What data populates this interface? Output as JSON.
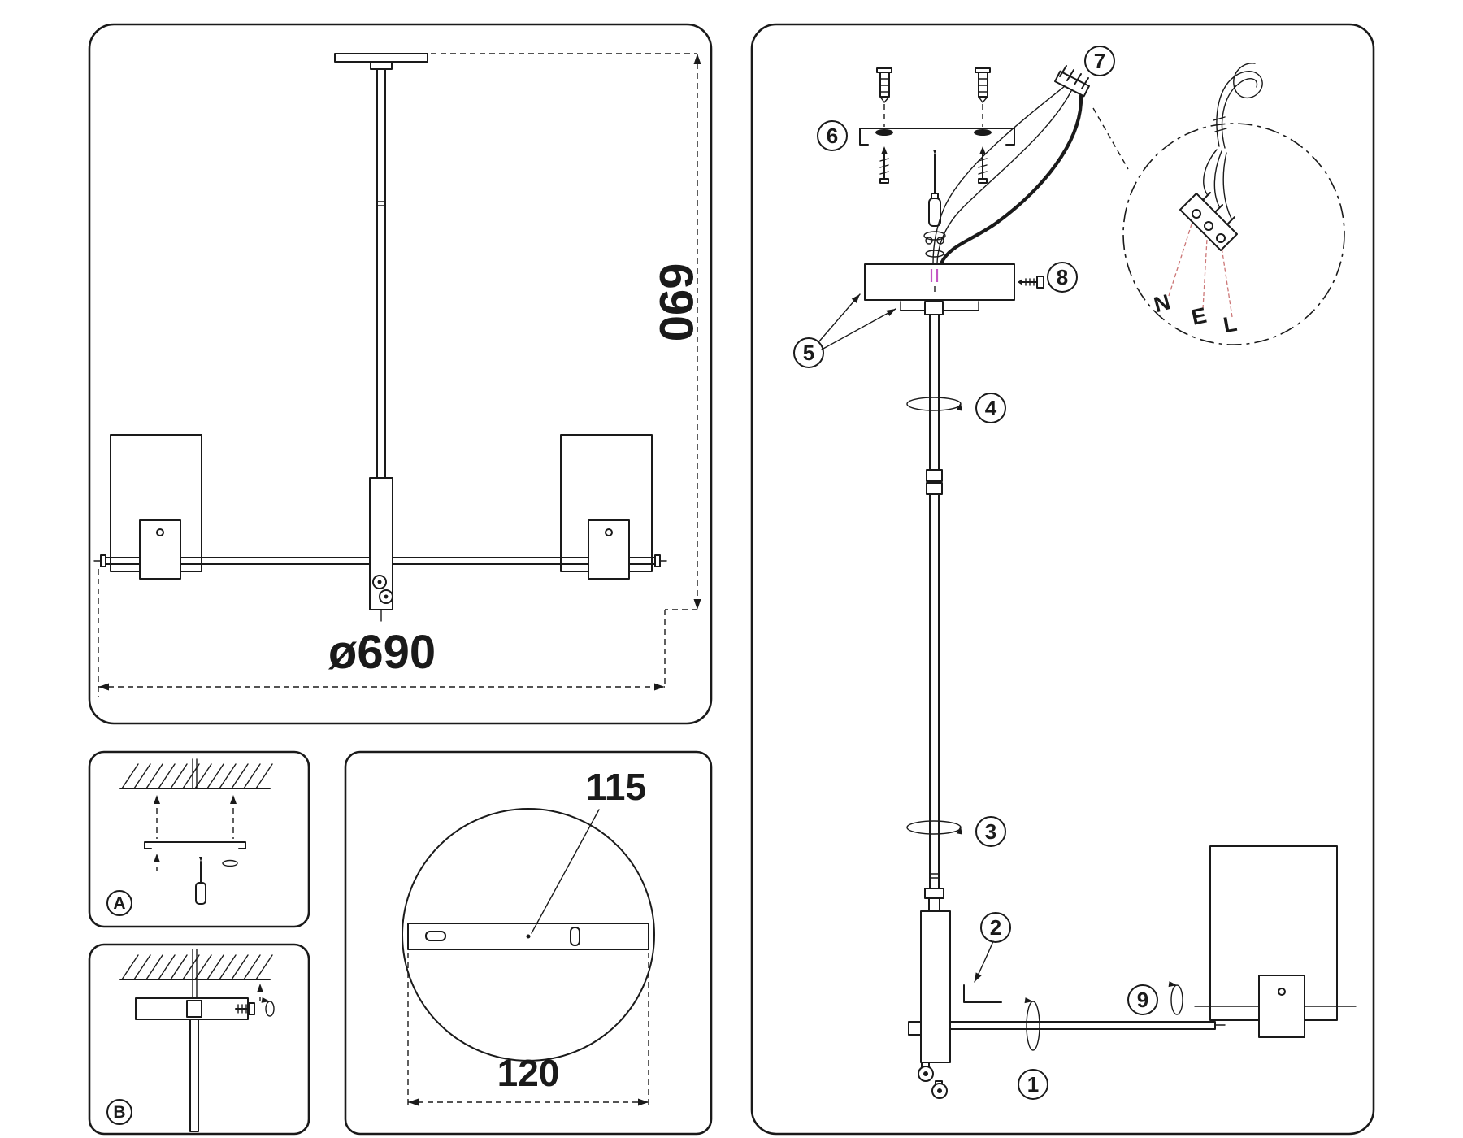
{
  "colors": {
    "ink": "#1a1a1a",
    "background": "#ffffff",
    "wire_label_leader": "#cc7777",
    "canopy_wire_marks": "#c455c4"
  },
  "overview": {
    "height": "690",
    "diameter": "ø690"
  },
  "mount_detail": {
    "hole_spacing": "115",
    "plate_width": "120"
  },
  "panels": {
    "a": "A",
    "b": "B"
  },
  "steps": {
    "s1": "1",
    "s2": "2",
    "s3": "3",
    "s4": "4",
    "s5": "5",
    "s6": "6",
    "s7": "7",
    "s8": "8",
    "s9": "9"
  },
  "wiring": {
    "n": "N",
    "e": "E",
    "l": "L"
  }
}
